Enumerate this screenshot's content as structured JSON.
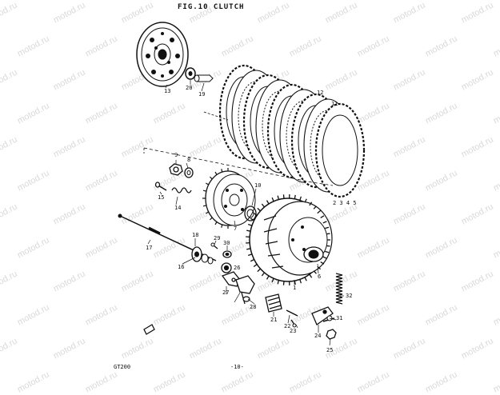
{
  "figure": {
    "title": "FIG.10  CLUTCH",
    "model": "GT200",
    "page": "-10-",
    "watermark": "motod.ru"
  },
  "callouts": [
    "1",
    "2 3 4 5",
    "6",
    "7",
    "8",
    "9",
    "10",
    "11",
    "12",
    "13",
    "14",
    "15",
    "16",
    "17",
    "18",
    "19",
    "20",
    "21",
    "22",
    "23",
    "24",
    "25",
    "26",
    "27",
    "28",
    "29",
    "30",
    "31",
    "32"
  ]
}
